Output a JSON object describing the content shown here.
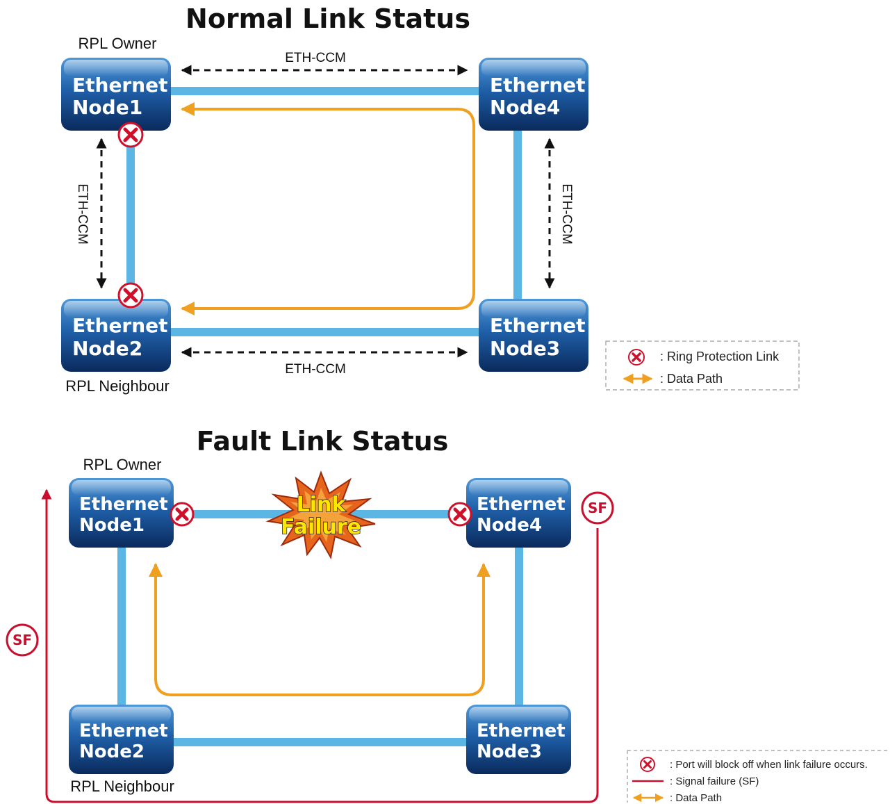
{
  "normal": {
    "title": "Normal Link Status",
    "owner_label": "RPL Owner",
    "neighbour_label": "RPL Neighbour",
    "ccm_label": "ETH-CCM",
    "nodes": {
      "n1": [
        "Ethernet",
        "Node1"
      ],
      "n2": [
        "Ethernet",
        "Node2"
      ],
      "n3": [
        "Ethernet",
        "Node3"
      ],
      "n4": [
        "Ethernet",
        "Node4"
      ]
    },
    "legend": {
      "ring_protection_link": ": Ring Protection Link",
      "data_path": ": Data Path"
    }
  },
  "fault": {
    "title": "Fault Link Status",
    "owner_label": "RPL Owner",
    "neighbour_label": "RPL Neighbour",
    "burst_line1": "Link",
    "burst_line2": "Failure",
    "sf_badge": "SF",
    "nodes": {
      "n1": [
        "Ethernet",
        "Node1"
      ],
      "n2": [
        "Ethernet",
        "Node2"
      ],
      "n3": [
        "Ethernet",
        "Node3"
      ],
      "n4": [
        "Ethernet",
        "Node4"
      ]
    },
    "legend": {
      "port_block": ": Port will block off when link failure occurs.",
      "signal_failure": ": Signal failure (SF)",
      "data_path": ": Data Path"
    }
  },
  "colors": {
    "link": "#5bb6e3",
    "data_path": "#f0a020",
    "signal_failure": "#c8102e",
    "node_top": "#3f86c9",
    "node_bottom": "#0b2f66",
    "block_ring": "#d0102a"
  }
}
